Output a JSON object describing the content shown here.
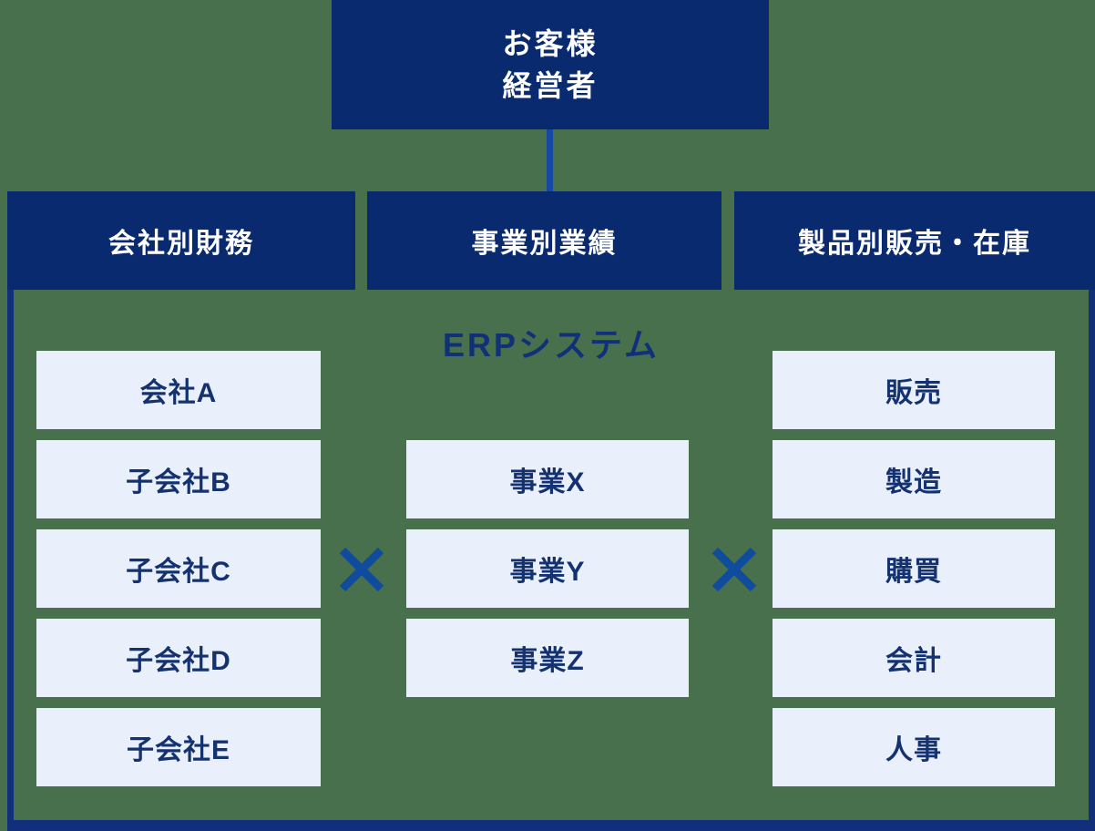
{
  "colors": {
    "background_green": "#48704D",
    "navy": "#0A2A70",
    "container_border_navy": "#112F7B",
    "connector_blue": "#1549A4",
    "multiply_blue": "#0F4C9E",
    "cell_background": "#EAF0FB",
    "cell_text_navy": "#143170",
    "erp_title_navy": "#103077",
    "header_text": "#FFFFFF"
  },
  "top_box": {
    "line1": "お客様",
    "line2": "経営者"
  },
  "headers": [
    {
      "label": "会社別財務"
    },
    {
      "label": "事業別業績"
    },
    {
      "label": "製品別販売・在庫"
    }
  ],
  "erp": {
    "title": "ERPシステム"
  },
  "columns": [
    {
      "name": "companies",
      "items": [
        "会社A",
        "子会社B",
        "子会社C",
        "子会社D",
        "子会社E"
      ]
    },
    {
      "name": "businesses",
      "items": [
        "事業X",
        "事業Y",
        "事業Z"
      ]
    },
    {
      "name": "functions",
      "items": [
        "販売",
        "製造",
        "購買",
        "会計",
        "人事"
      ]
    }
  ],
  "icons": {
    "multiply": "✕"
  }
}
